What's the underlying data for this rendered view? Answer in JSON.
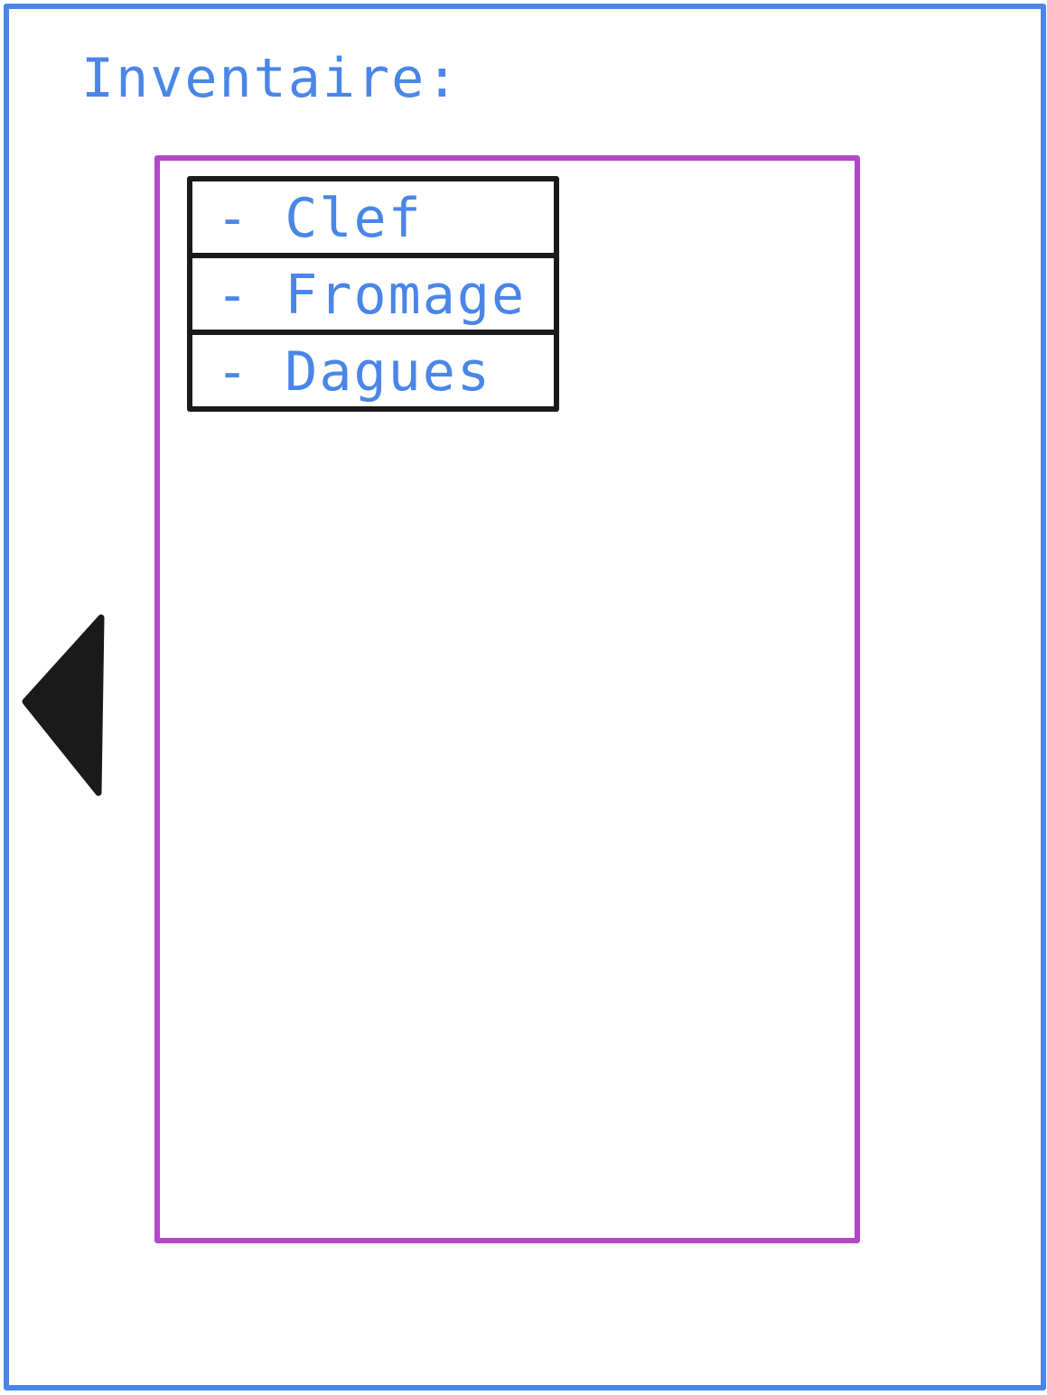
{
  "colors": {
    "window_border": "#4a86e8",
    "panel_border": "#b347c9",
    "item_border": "#1a1a1a",
    "text": "#4a86e8",
    "arrow": "#1a1a1a"
  },
  "inventory": {
    "title": "Inventaire:",
    "items": [
      {
        "label": "- Clef"
      },
      {
        "label": "- Fromage"
      },
      {
        "label": "- Dagues"
      }
    ]
  },
  "navigation": {
    "back_arrow_icon": "triangle-left-icon"
  }
}
